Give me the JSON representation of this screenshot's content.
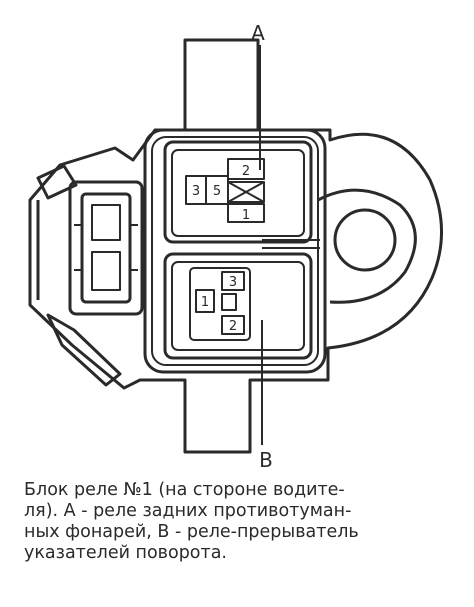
{
  "diagram": {
    "label_a": "A",
    "label_b": "B",
    "relay_a_pins": [
      "2",
      "3",
      "5",
      "1"
    ],
    "relay_b_pins": [
      "3",
      "1",
      "2"
    ]
  },
  "caption": {
    "lines": [
      "Блок реле №1 (на стороне водите-",
      "ля). А - реле задних противотуман-",
      "ных фонарей, В - реле-прерыватель",
      "указателей поворота."
    ]
  },
  "colors": {
    "ink": "#2a2a2a",
    "paper": "#ffffff"
  }
}
